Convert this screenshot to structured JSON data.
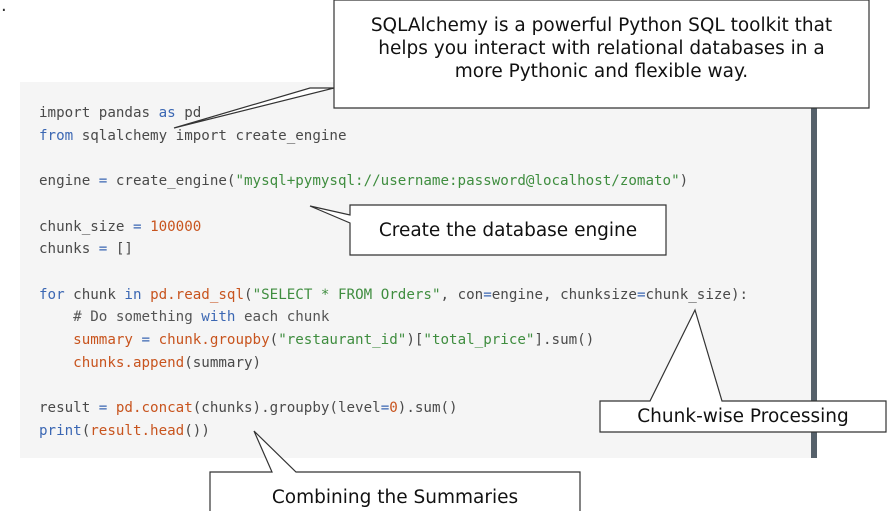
{
  "code": {
    "lines": [
      [
        {
          "t": "import pandas ",
          "c": "plain"
        },
        {
          "t": "as",
          "c": "kw"
        },
        {
          "t": " pd",
          "c": "plain"
        }
      ],
      [
        {
          "t": "from",
          "c": "kw"
        },
        {
          "t": " sqlalchemy ",
          "c": "plain"
        },
        {
          "t": "import",
          "c": "plain"
        },
        {
          "t": " create_engine",
          "c": "plain"
        }
      ],
      [],
      [
        {
          "t": "engine ",
          "c": "plain"
        },
        {
          "t": "=",
          "c": "kw"
        },
        {
          "t": " create_engine(",
          "c": "plain"
        },
        {
          "t": "\"mysql+pymysql://username:password@localhost/zomato\"",
          "c": "str"
        },
        {
          "t": ")",
          "c": "plain"
        }
      ],
      [],
      [
        {
          "t": "chunk_size ",
          "c": "plain"
        },
        {
          "t": "=",
          "c": "kw"
        },
        {
          "t": " ",
          "c": "plain"
        },
        {
          "t": "100000",
          "c": "num"
        }
      ],
      [
        {
          "t": "chunks ",
          "c": "plain"
        },
        {
          "t": "=",
          "c": "kw"
        },
        {
          "t": " []",
          "c": "plain"
        }
      ],
      [],
      [
        {
          "t": "for",
          "c": "kw"
        },
        {
          "t": " chunk ",
          "c": "plain"
        },
        {
          "t": "in",
          "c": "kw"
        },
        {
          "t": " ",
          "c": "plain"
        },
        {
          "t": "pd.read_sql",
          "c": "fn"
        },
        {
          "t": "(",
          "c": "plain"
        },
        {
          "t": "\"SELECT * FROM Orders\"",
          "c": "str"
        },
        {
          "t": ", con",
          "c": "plain"
        },
        {
          "t": "=",
          "c": "kw"
        },
        {
          "t": "engine, chunksize",
          "c": "plain"
        },
        {
          "t": "=",
          "c": "kw"
        },
        {
          "t": "chunk_size):",
          "c": "plain"
        }
      ],
      [
        {
          "t": "    # Do something ",
          "c": "cm"
        },
        {
          "t": "with",
          "c": "kw"
        },
        {
          "t": " each chunk",
          "c": "cm"
        }
      ],
      [
        {
          "t": "    summary ",
          "c": "fn"
        },
        {
          "t": "=",
          "c": "kw"
        },
        {
          "t": " ",
          "c": "plain"
        },
        {
          "t": "chunk.groupby",
          "c": "fn"
        },
        {
          "t": "(",
          "c": "plain"
        },
        {
          "t": "\"restaurant_id\"",
          "c": "str"
        },
        {
          "t": ")[",
          "c": "plain"
        },
        {
          "t": "\"total_price\"",
          "c": "str"
        },
        {
          "t": "].sum()",
          "c": "plain"
        }
      ],
      [
        {
          "t": "    chunks.append",
          "c": "fn"
        },
        {
          "t": "(summary)",
          "c": "plain"
        }
      ],
      [],
      [
        {
          "t": "result ",
          "c": "plain"
        },
        {
          "t": "=",
          "c": "kw"
        },
        {
          "t": " ",
          "c": "plain"
        },
        {
          "t": "pd.concat",
          "c": "fn"
        },
        {
          "t": "(chunks).groupby(level",
          "c": "plain"
        },
        {
          "t": "=",
          "c": "kw"
        },
        {
          "t": "0",
          "c": "num"
        },
        {
          "t": ").sum()",
          "c": "plain"
        }
      ],
      [
        {
          "t": "print",
          "c": "kw"
        },
        {
          "t": "(",
          "c": "plain"
        },
        {
          "t": "result.head",
          "c": "fn"
        },
        {
          "t": "())",
          "c": "plain"
        }
      ]
    ]
  },
  "callouts": [
    {
      "id": "sqlalchemy",
      "text": "SQLAlchemy is a powerful Python SQL toolkit that\nhelps you interact with relational databases in a\nmore Pythonic and flexible way."
    },
    {
      "id": "engine",
      "text": "Create the database engine"
    },
    {
      "id": "chunk",
      "text": "Chunk-wise Processing"
    },
    {
      "id": "combine",
      "text": "Combining the Summaries"
    }
  ],
  "corner_mark": "."
}
